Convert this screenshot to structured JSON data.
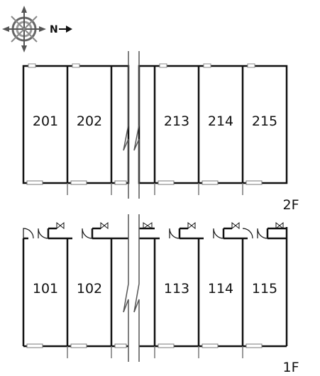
{
  "compass": {
    "icon": "compass-icon",
    "label": "N"
  },
  "floor2": {
    "label": "2F",
    "rooms": [
      "201",
      "202",
      "213",
      "214",
      "215"
    ]
  },
  "floor1": {
    "label": "1F",
    "rooms": [
      "101",
      "102",
      "113",
      "114",
      "115"
    ]
  },
  "colors": {
    "wall": "#111111",
    "window": "#888888",
    "background": "#ffffff"
  }
}
